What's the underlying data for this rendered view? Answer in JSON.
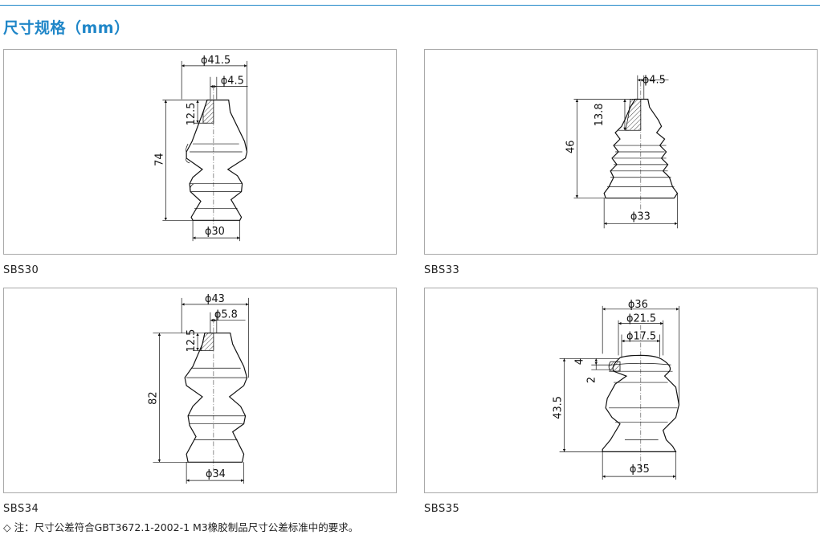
{
  "page": {
    "title": "尺寸规格（mm）",
    "note_icon": "diamond-outline-icon",
    "note_symbol": "◇",
    "note_text": "注：尺寸公差符合GBT3672.1-2002-1 M3橡胶制品尺寸公差标准中的要求。"
  },
  "colors": {
    "accent": "#1f86c8",
    "frame": "#a9a9a9",
    "line": "#111111"
  },
  "drawings": [
    {
      "model": "SBS30",
      "dims": {
        "top_dia": "ϕ41.5",
        "hole_dia": "ϕ4.5",
        "neck_height": "12.5",
        "total_height": "74",
        "base_dia": "ϕ30"
      }
    },
    {
      "model": "SBS33",
      "dims": {
        "hole_dia": "ϕ4.5",
        "neck_height": "13.8",
        "total_height": "46",
        "base_dia": "ϕ33"
      }
    },
    {
      "model": "SBS34",
      "dims": {
        "top_dia": "ϕ43",
        "hole_dia": "ϕ5.8",
        "neck_height": "12.5",
        "total_height": "82",
        "base_dia": "ϕ34"
      }
    },
    {
      "model": "SBS35",
      "dims": {
        "top_dia": "ϕ36",
        "mid_dia": "ϕ21.5",
        "hole_dia": "ϕ17.5",
        "flange_height": "4",
        "gap_height": "2",
        "total_height": "43.5",
        "base_dia": "ϕ35"
      }
    }
  ]
}
